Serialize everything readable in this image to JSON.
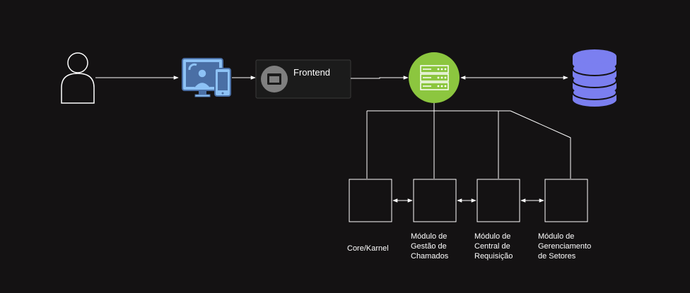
{
  "frontend": {
    "label": "Frontend"
  },
  "modules": [
    {
      "lines": [
        "Core/Karnel"
      ]
    },
    {
      "lines": [
        "Módulo de",
        "Gestão de",
        "Chamados"
      ]
    },
    {
      "lines": [
        "Módulo de",
        "Central de",
        "Requisição"
      ]
    },
    {
      "lines": [
        "Módulo de",
        "Gerenciamento",
        "de Setores"
      ]
    }
  ],
  "icons": {
    "user": "user-icon",
    "devices": "devices-icon",
    "frontend": "window-icon",
    "server": "server-icon",
    "database": "database-icon"
  },
  "colors": {
    "background": "#141213",
    "server_green": "#8cc63f",
    "database_purple": "#7b7ff0",
    "devices_blue": "#8dc2f5",
    "devices_dark": "#4a6fa5",
    "line": "#ffffff"
  }
}
